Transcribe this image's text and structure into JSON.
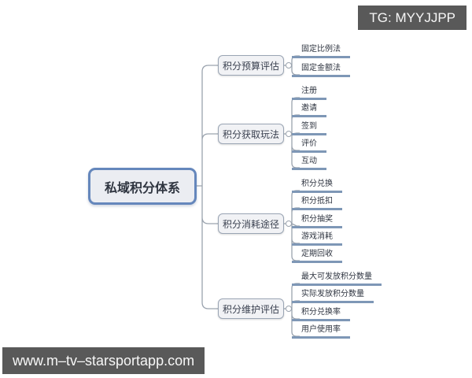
{
  "watermarks": {
    "top_right": "TG: MYYJJPP",
    "bottom_left": "www.m–tv–starsportapp.com"
  },
  "mindmap": {
    "root": "私域积分体系",
    "branches": [
      {
        "label": "积分预算评估",
        "children": [
          "固定比例法",
          "固定金额法"
        ]
      },
      {
        "label": "积分获取玩法",
        "children": [
          "注册",
          "邀请",
          "签到",
          "评价",
          "互动"
        ]
      },
      {
        "label": "积分消耗途径",
        "children": [
          "积分兑换",
          "积分抵扣",
          "积分抽奖",
          "游戏消耗",
          "定期回收"
        ]
      },
      {
        "label": "积分维护评估",
        "children": [
          "最大可发放积分数量",
          "实际发放积分数量",
          "积分兑换率",
          "用户使用率"
        ]
      }
    ]
  },
  "colors": {
    "root_border": "#6587bc",
    "node_fill": "#f1f2f5",
    "node_border": "#9aa5b4",
    "leaf_underline": "#7e97b6",
    "connector_line": "#9aa3ae",
    "badge_background": "#595959",
    "badge_text": "#f7f7f7",
    "text": "#2e3440",
    "background": "#ffffff"
  }
}
